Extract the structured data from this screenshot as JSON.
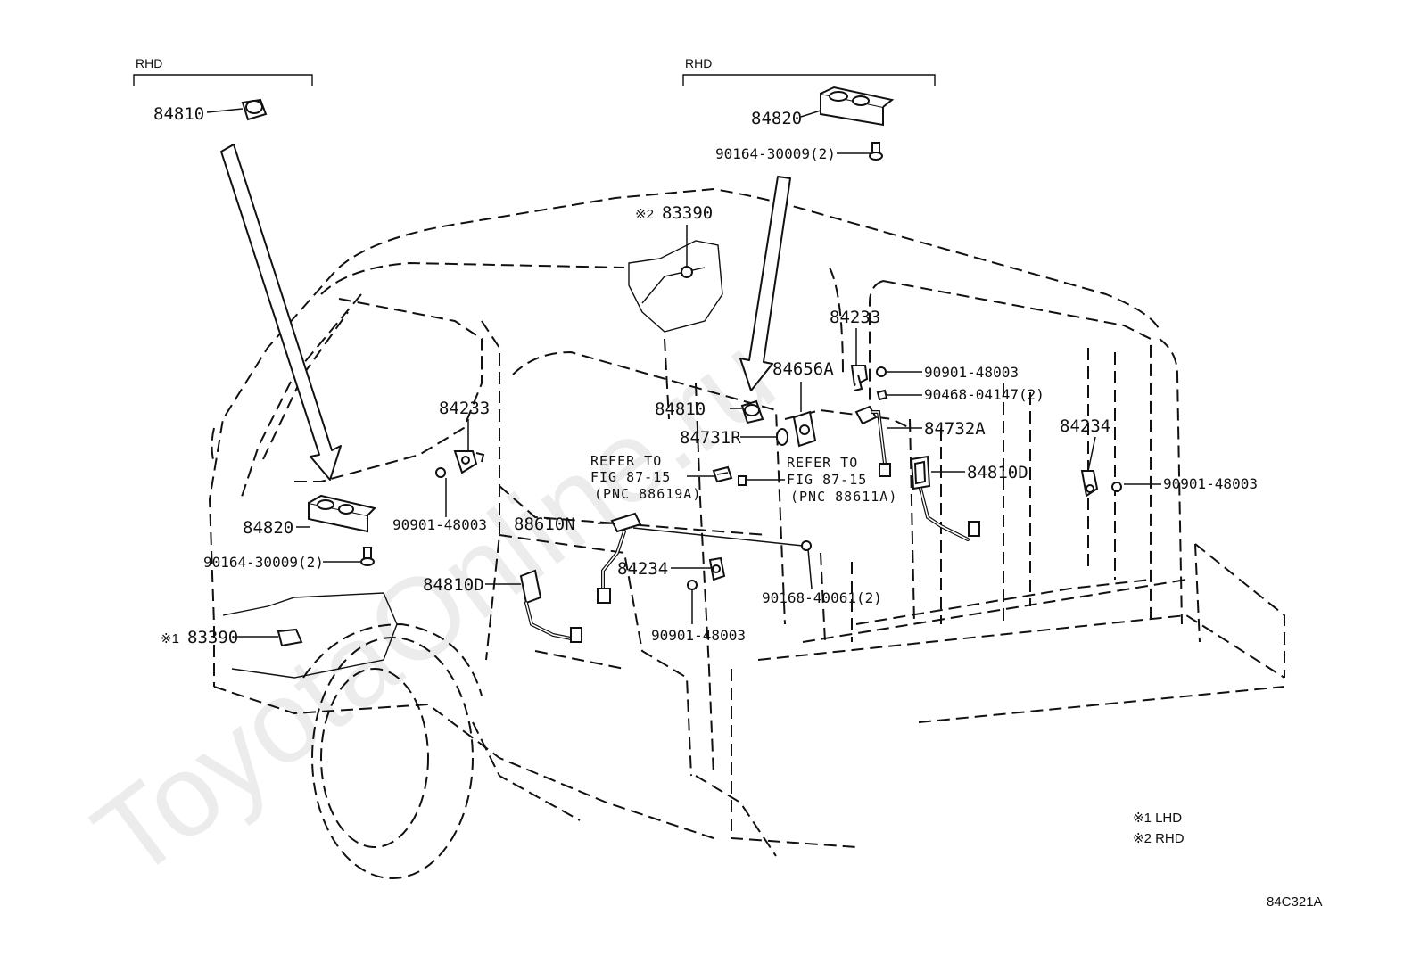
{
  "rhd_left": "RHD",
  "rhd_right": "RHD",
  "parts": {
    "p84810_top": "84810",
    "p84820_top": "84820",
    "p90164_top": "90164-30009(2)",
    "p83390_top": "83390",
    "p83390_top_mark": "※2",
    "p84233_left": "84233",
    "p84820_left": "84820",
    "p90901_left": "90901-48003",
    "p90164_left": "90164-30009(2)",
    "p83390_left": "83390",
    "p83390_left_mark": "※1",
    "p84233_right": "84233",
    "p84656A": "84656A",
    "p90901_right_top": "90901-48003",
    "p90468": "90468-04147(2)",
    "p84810_mid": "84810",
    "p84731R": "84731R",
    "p84732A": "84732A",
    "p84234_right": "84234",
    "p84810D_right": "84810D",
    "p90901_far_right": "90901-48003",
    "p88610N": "88610N",
    "p84234_mid": "84234",
    "p84810D_left": "84810D",
    "p90168": "90168-40061(2)",
    "p90901_bottom": "90901-48003"
  },
  "refs": {
    "left": {
      "line1": "REFER TO",
      "line2": "FIG 87-15",
      "line3": "(PNC 88619A)"
    },
    "right": {
      "line1": "REFER TO",
      "line2": "FIG 87-15",
      "line3": "(PNC 88611A)"
    }
  },
  "notes": {
    "n1": "※1 LHD",
    "n2": "※2 RHD"
  },
  "diagram_code": "84C321A",
  "watermark": "ToyotaOnline.ru"
}
